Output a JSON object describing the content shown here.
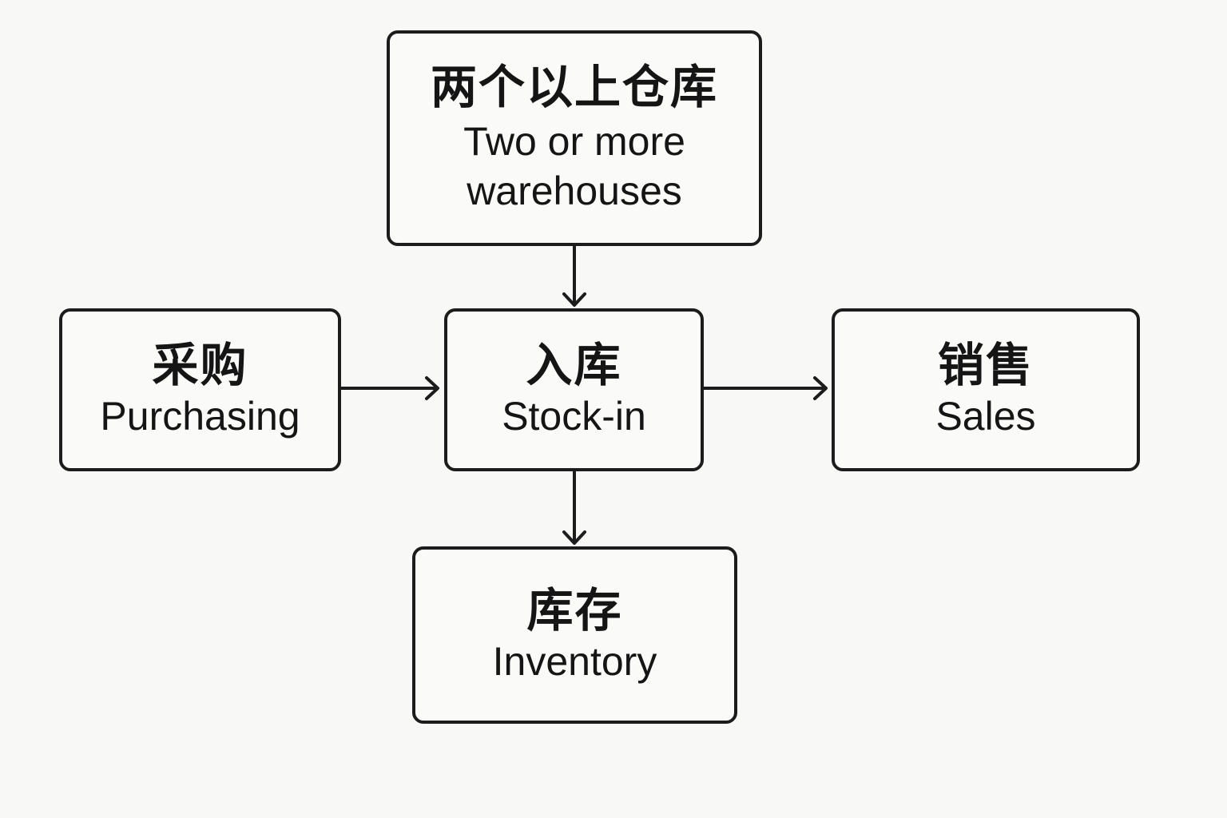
{
  "nodes": {
    "warehouses": {
      "zh": "两个以上仓库",
      "en_line1": "Two or more",
      "en_line2": "warehouses"
    },
    "purchasing": {
      "zh": "采购",
      "en": "Purchasing"
    },
    "stockin": {
      "zh": "入库",
      "en": "Stock-in"
    },
    "sales": {
      "zh": "销售",
      "en": "Sales"
    },
    "inventory": {
      "zh": "库存",
      "en": "Inventory"
    }
  },
  "edges": [
    {
      "from": "warehouses",
      "to": "stockin"
    },
    {
      "from": "purchasing",
      "to": "stockin"
    },
    {
      "from": "stockin",
      "to": "sales"
    },
    {
      "from": "stockin",
      "to": "inventory"
    }
  ],
  "colors": {
    "background": "#f8f8f6",
    "stroke": "#1c1c1c",
    "text": "#151515"
  }
}
